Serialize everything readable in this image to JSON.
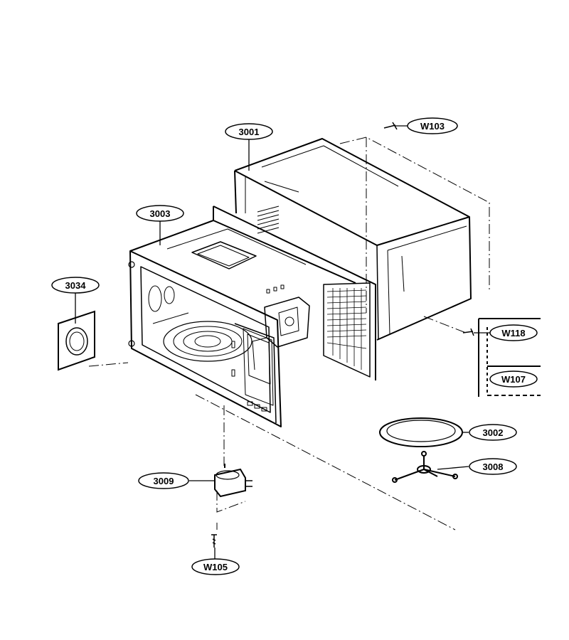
{
  "callouts": {
    "c3001": "3001",
    "c3003": "3003",
    "c3034": "3034",
    "cW103": "W103",
    "cW118": "W118",
    "cW107": "W107",
    "c3002": "3002",
    "c3008": "3008",
    "c3009": "3009",
    "cW105": "W105"
  }
}
